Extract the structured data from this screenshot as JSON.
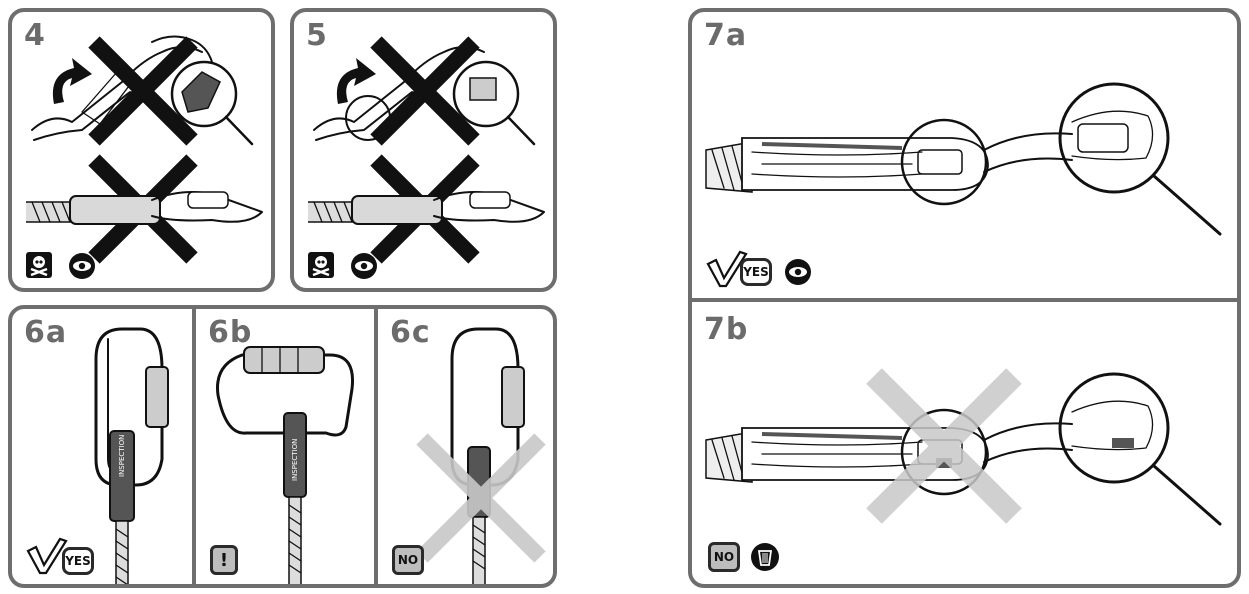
{
  "panels": {
    "p4": {
      "step": "4"
    },
    "p5": {
      "step": "5"
    },
    "p6a": {
      "step": "6a",
      "badge": "YES"
    },
    "p6b": {
      "step": "6b",
      "badge": "!"
    },
    "p6c": {
      "step": "6c",
      "badge": "NO"
    },
    "p7a": {
      "step": "7a",
      "badge": "YES"
    },
    "p7b": {
      "step": "7b",
      "badge": "NO"
    }
  },
  "connector_label": "INSPECTION",
  "colors": {
    "border": "#6e6e6e",
    "cross_dark": "#111111",
    "cross_light": "#c8c8c8",
    "badge_fill": "#bdbdbd"
  },
  "icons": [
    "skull-icon",
    "eye-icon",
    "checkmark-icon",
    "trash-icon",
    "magnifier-icon",
    "rotate-arrow-icon"
  ]
}
